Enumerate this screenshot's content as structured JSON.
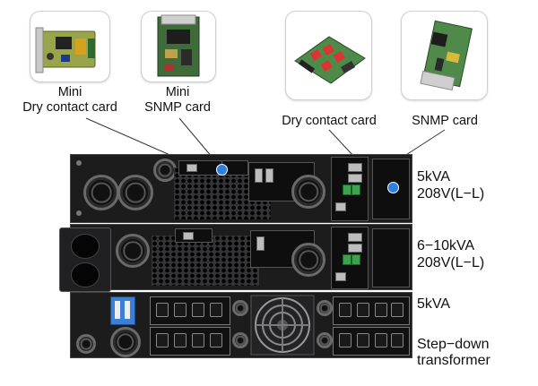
{
  "callouts": {
    "mini_dry_contact": "Mini\nDry contact card",
    "mini_snmp": "Mini\nSNMP card",
    "dry_contact": "Dry contact card",
    "snmp": "SNMP card"
  },
  "units": [
    {
      "label": "5kVA\n208V(L−L)"
    },
    {
      "label": "6−10kVA\n208V(L−L)"
    },
    {
      "label": "5kVA"
    },
    {
      "label": "Step−down\ntransformer"
    }
  ],
  "colors": {
    "indicator": "#2f7fe0",
    "terminal_block": "#3aa34b",
    "breaker": "#3b7fd6",
    "chassis": "#1c1c1d"
  },
  "icons": [
    "mini-dry-contact-card-image",
    "mini-snmp-card-image",
    "dry-contact-card-image",
    "snmp-card-image",
    "fan-grill-icon"
  ]
}
